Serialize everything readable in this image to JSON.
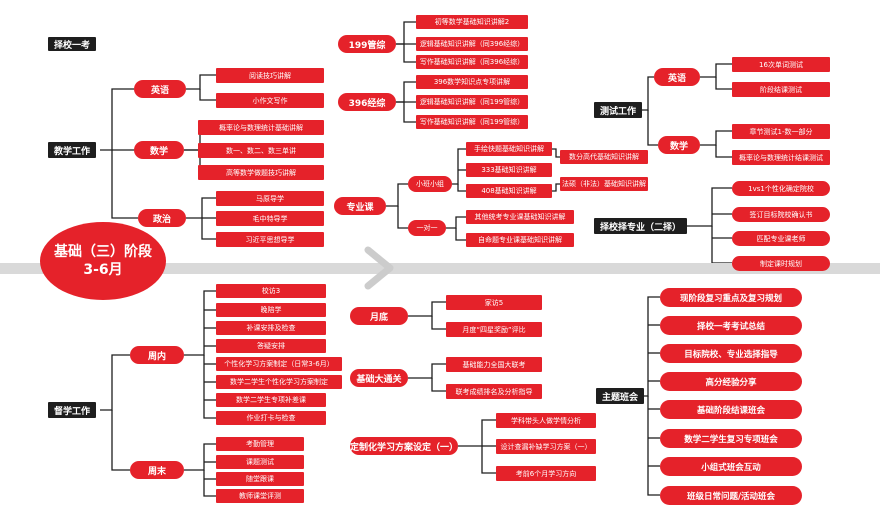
{
  "center": {
    "title": "基础（三）阶段",
    "subtitle": "3-6月"
  },
  "top_left": {
    "label": "择校一考"
  },
  "teaching": {
    "label": "教学工作",
    "english": {
      "label": "英语",
      "items": [
        "阅读技巧讲解",
        "小作文写作"
      ]
    },
    "math": {
      "label": "数学",
      "items": [
        "概率论与数理统计基础讲解",
        "数一、数二、数三单讲",
        "高等数学做题技巧讲解"
      ]
    },
    "politics": {
      "label": "政治",
      "items": [
        "马原导学",
        "毛中特导学",
        "习近平思想导学"
      ]
    }
  },
  "management": {
    "label": "督学工作",
    "weekday": {
      "label": "周内",
      "items": [
        "校访3",
        "晚陪学",
        "补课安排及检查",
        "答疑安排",
        "个性化学习方案制定（日常3-6月）",
        "数学二学生个性化学习方案制定",
        "数学二学生专项补差课",
        "作业打卡与检查"
      ]
    },
    "weekend": {
      "label": "周末",
      "items": [
        "考勤管理",
        "课题测试",
        "随堂跟课",
        "教师课堂评测"
      ]
    }
  },
  "comprehensive199": {
    "label": "199管综",
    "items": [
      "初等数学基础知识讲解2",
      "逻辑基础知识讲解（同396经综）",
      "写作基础知识讲解（同396经综）"
    ]
  },
  "economics396": {
    "label": "396经综",
    "items": [
      "396数学知识点专项讲解",
      "逻辑基础知识讲解（同199管综）",
      "写作基础知识讲解（同199管综）"
    ]
  },
  "major": {
    "label": "专业课",
    "small_group": {
      "label": "小班小组",
      "items": [
        "手绘快题基础知识讲解",
        "333基础知识讲解",
        "408基础知识讲解"
      ],
      "extra": [
        "数分高代基础知识讲解",
        "法硕（非法）基础知识讲解"
      ]
    },
    "one_on_one": {
      "label": "一对一",
      "items": [
        "其他统考专业课基础知识讲解",
        "自命题专业课基础知识讲解"
      ]
    }
  },
  "month_end": {
    "label": "月底",
    "items": [
      "家访5",
      "月度“四星奖励”评比"
    ]
  },
  "basic_exam": {
    "label": "基础大通关",
    "items": [
      "基础能力全国大联考",
      "联考成绩排名及分析指导"
    ]
  },
  "custom_plan": {
    "label": "定制化学习方案设定（一）",
    "items": [
      "学科带头人做学情分析",
      "设计查漏补缺学习方案（一）",
      "考前6个月学习方向"
    ]
  },
  "testing": {
    "label": "测试工作",
    "english": {
      "label": "英语",
      "items": [
        "16次单词测试",
        "阶段结课测试"
      ]
    },
    "math": {
      "label": "数学",
      "items": [
        "章节测试1-数一部分",
        "概率论与数理统计结课测试"
      ]
    }
  },
  "school_choice": {
    "label": "择校择专业（二择）",
    "items": [
      "1vs1个性化确定院校",
      "签订目标院校确认书",
      "匹配专业课老师",
      "制定课时规划"
    ]
  },
  "theme_meeting": {
    "label": "主题班会",
    "items": [
      "现阶段复习重点及复习规划",
      "择校一考考试总结",
      "目标院校、专业选择指导",
      "高分经验分享",
      "基础阶段结课班会",
      "数学二学生复习专项班会",
      "小组式班会互动",
      "班级日常问题/活动班会"
    ]
  },
  "colors": {
    "accent": "#e5222a",
    "dark": "#1e1e1e",
    "line": "#1e1e1e",
    "banner": "#d9d9d9"
  }
}
